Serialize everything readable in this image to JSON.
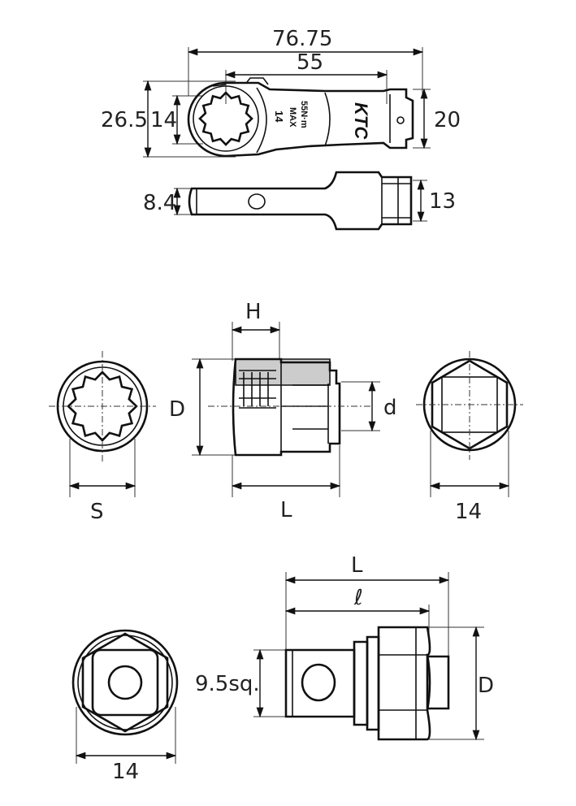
{
  "wrench_top_view": {
    "overall_length": "76.75",
    "center_distance": "55",
    "head_width": "26.5",
    "opening_size": "14",
    "tail_width": "20",
    "stamp_size": "14",
    "stamp_max": "MAX",
    "stamp_torque": "55N·m",
    "brand_logo": "KTC"
  },
  "wrench_side_view": {
    "thickness": "8.4",
    "tail_height": "13"
  },
  "socket_views": {
    "label_h": "H",
    "label_d_upper": "D",
    "label_d_lower": "d",
    "label_s": "S",
    "label_l": "L",
    "hex_size": "14"
  },
  "adapter_views": {
    "label_l": "L",
    "label_l_small": "ℓ",
    "square_drive": "9.5sq.",
    "label_d": "D",
    "hex_size": "14"
  }
}
